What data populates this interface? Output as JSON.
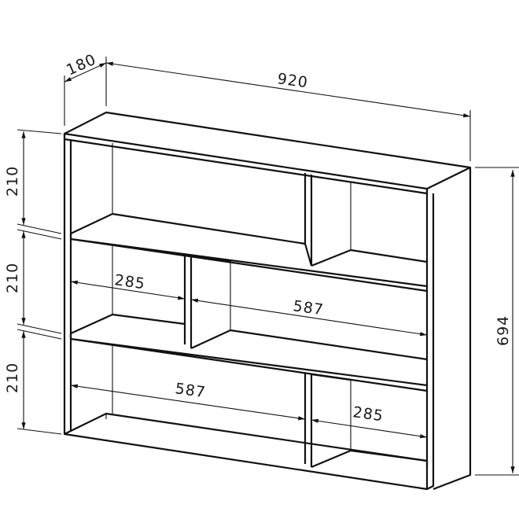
{
  "dimensions": {
    "depth": "180",
    "width": "920",
    "height": "694",
    "row_height_top": "210",
    "row_height_middle": "210",
    "row_height_bottom": "210",
    "mid_left_width": "285",
    "mid_right_width": "587",
    "bottom_left_width": "587",
    "bottom_right_width": "285"
  },
  "colors": {
    "line": "#111111",
    "background": "#ffffff"
  }
}
